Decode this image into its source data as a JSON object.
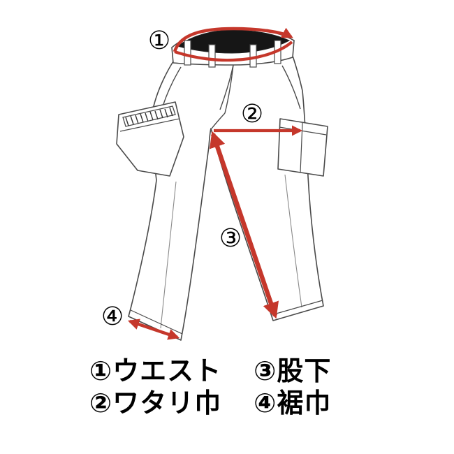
{
  "diagram": {
    "type": "pants-measurement-diagram",
    "colors": {
      "arrow": "#c5372b",
      "outline": "#4a4a4a",
      "detail": "#8a8a8a",
      "waist_opening": "#161616"
    },
    "markers": [
      {
        "symbol": "①",
        "label": "ウエスト"
      },
      {
        "symbol": "②",
        "label": "ワタリ巾"
      },
      {
        "symbol": "③",
        "label": "股下"
      },
      {
        "symbol": "④",
        "label": "裾巾"
      }
    ]
  },
  "legend": {
    "items": [
      "①ウエスト",
      "③股下",
      "②ワタリ巾",
      "④裾巾"
    ]
  }
}
